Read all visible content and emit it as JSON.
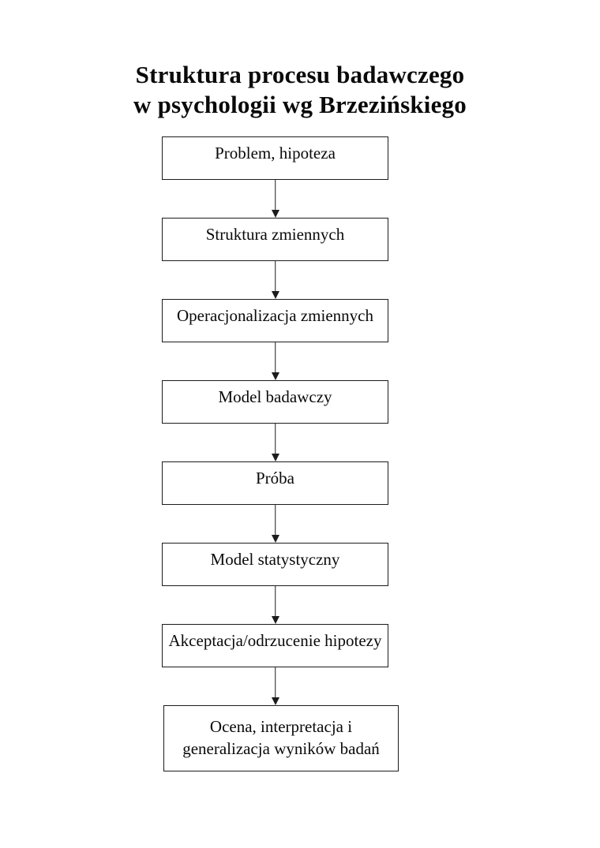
{
  "title": {
    "line1": "Struktura procesu badawczego",
    "line2": "w psychologii wg Brzezińskiego"
  },
  "flowchart": {
    "steps": [
      {
        "label": "Problem, hipoteza"
      },
      {
        "label": "Struktura zmiennych"
      },
      {
        "label": "Operacjonalizacja zmiennych"
      },
      {
        "label": "Model badawczy"
      },
      {
        "label": "Próba"
      },
      {
        "label": "Model statystyczny"
      },
      {
        "label": "Akceptacja/odrzucenie hipotezy"
      },
      {
        "label": "Ocena, interpretacja i generalizacja wyników badań"
      }
    ]
  },
  "colors": {
    "background": "#ffffff",
    "ink": "#0a0a0a",
    "line": "#1c1c1c"
  }
}
